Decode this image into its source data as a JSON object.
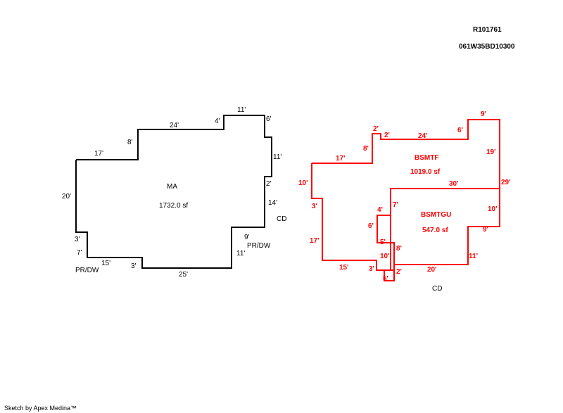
{
  "header": {
    "account_number": "R101761",
    "map_number": "061W35BD10300"
  },
  "colors": {
    "main_outline": "#000000",
    "basement_outline": "#ff0000"
  },
  "main_area": {
    "name": "MA",
    "area": "1732.0 sf",
    "dimensions": [
      "11'",
      "6'",
      "11'",
      "2'",
      "14'",
      "9'",
      "11'",
      "25'",
      "3'",
      "15'",
      "7'",
      "3'",
      "20'",
      "17'",
      "8'",
      "24'",
      "4'"
    ],
    "notes": [
      "CD",
      "PR/DW",
      "PR/DW"
    ]
  },
  "basement_finished": {
    "name": "BSMTF",
    "area": "1019.0 sf",
    "dimensions": [
      "2'",
      "2'",
      "24'",
      "6'",
      "9'",
      "19'",
      "29'",
      "30'",
      "17'",
      "8'",
      "10'",
      "3'",
      "17'",
      "15'",
      "3'",
      "5'"
    ]
  },
  "basement_garage": {
    "name": "BSMTGU",
    "area": "547.0 sf",
    "dimensions": [
      "4'",
      "7'",
      "6'",
      "5'",
      "8'",
      "10'",
      "2'",
      "20'",
      "11'",
      "9'",
      "10'"
    ],
    "notes": [
      "CD"
    ]
  },
  "footer": {
    "credit": "Sketch by Apex Medina™"
  }
}
